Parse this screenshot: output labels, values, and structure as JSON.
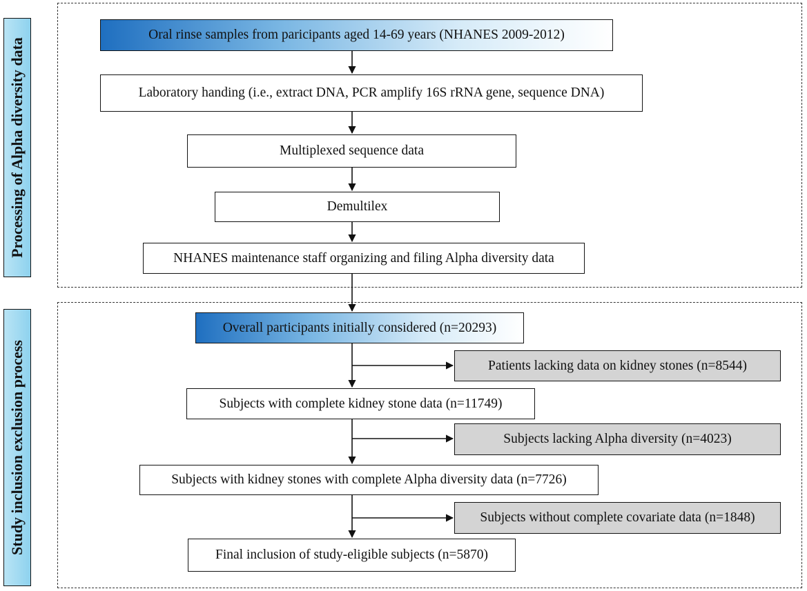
{
  "sections": {
    "processing_label": "Processing of Alpha diversity data",
    "study_label": "Study inclusion exclusion process"
  },
  "boxes": {
    "oral_rinse": "Oral rinse samples from paricipants aged 14-69 years (NHANES 2009-2012)",
    "lab_handling": "Laboratory handing (i.e., extract DNA, PCR amplify 16S rRNA gene, sequence DNA)",
    "multiplexed": "Multiplexed sequence data",
    "demultilex": "Demultilex",
    "nhanes_staff": "NHANES maintenance staff organizing and filing Alpha diversity data",
    "overall": "Overall participants initially considered (n=20293)",
    "complete_stone": "Subjects with complete kidney stone data (n=11749)",
    "complete_alpha": "Subjects with kidney stones with complete Alpha diversity data (n=7726)",
    "final": "Final inclusion of study-eligible subjects (n=5870)"
  },
  "exclusions": {
    "lacking_stones": "Patients lacking data on kidney stones (n=8544)",
    "lacking_alpha": "Subjects lacking Alpha diversity (n=4023)",
    "lacking_covariate": "Subjects without complete covariate data (n=1848)"
  }
}
